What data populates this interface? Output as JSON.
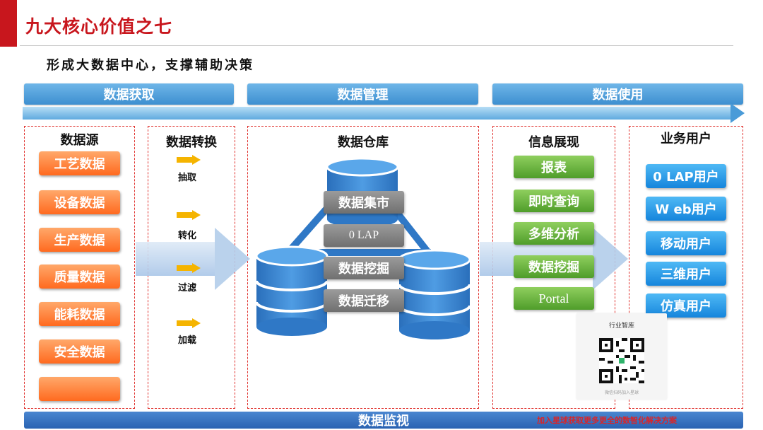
{
  "header": {
    "title": "九大核心价值之七",
    "subtitle": "形成大数据中心，支撑辅助决策"
  },
  "phases": [
    "数据获取",
    "数据管理",
    "数据使用"
  ],
  "sections": {
    "sources": {
      "title": "数据源",
      "items": [
        "工艺数据",
        "设备数据",
        "生产数据",
        "质量数据",
        "能耗数据",
        "安全数据",
        ""
      ]
    },
    "transform": {
      "title": "数据转换",
      "steps": [
        "抽取",
        "转化",
        "过滤",
        "加载"
      ]
    },
    "warehouse": {
      "title": "数据仓库",
      "labels": [
        "数据集市",
        "0  LAP",
        "数据挖掘",
        "数据迁移"
      ]
    },
    "display": {
      "title": "信息展现",
      "items": [
        "报表",
        "即时查询",
        "多维分析",
        "数据挖掘",
        "Portal"
      ]
    },
    "users": {
      "title": "业务用户",
      "items": [
        "0 LAP用户",
        "W eb用户",
        "移动用户",
        "三维用户",
        "仿真用户"
      ]
    }
  },
  "footer": {
    "monitor": "数据监视",
    "promo": "加入星球获取更多更全的数智化解决方案"
  },
  "qr": {
    "title": "行业智库",
    "caption": "微信扫码加入星球"
  },
  "colors": {
    "accent_red": "#c8161d",
    "phase_blue": "#4a9bd8",
    "orange": "#ff7a2e",
    "green": "#5fab35",
    "user_blue": "#1f90e2"
  }
}
